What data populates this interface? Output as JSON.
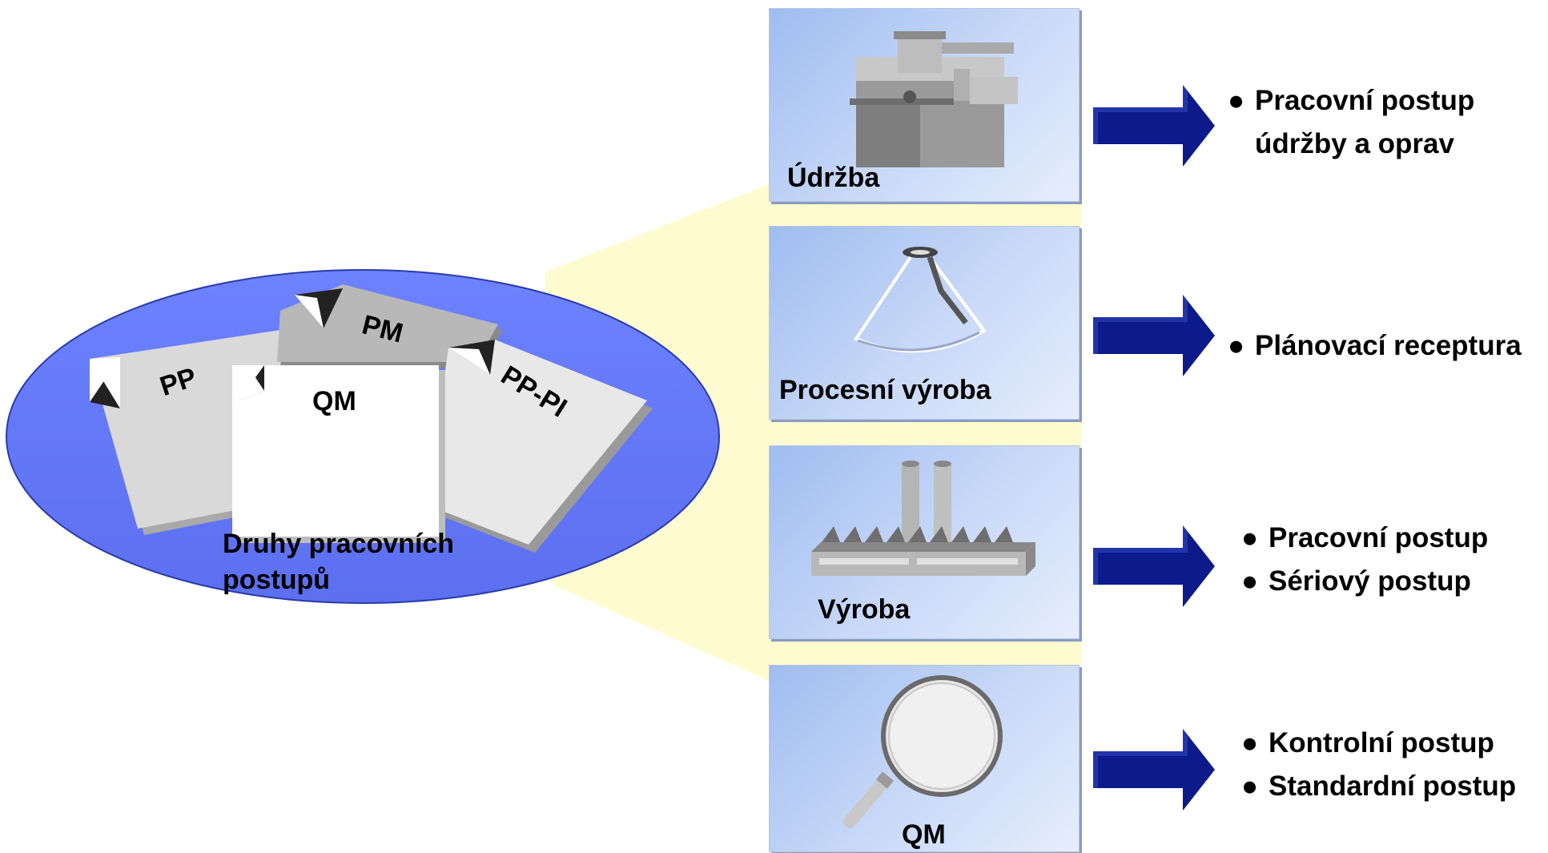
{
  "left_group": {
    "caption_line1": "Druhy pracovních",
    "caption_line2": "postupů",
    "documents": {
      "pp": "PP",
      "pm": "PM",
      "qm": "QM",
      "pp_pi": "PP-PI"
    }
  },
  "panels": [
    {
      "label": "Údržba",
      "icon": "machine-icon"
    },
    {
      "label": "Procesní výroba",
      "icon": "flask-icon"
    },
    {
      "label": "Výroba",
      "icon": "factory-icon"
    },
    {
      "label": "QM",
      "icon": "magnifier-icon"
    }
  ],
  "results": [
    {
      "lines": [
        "Pracovní postup",
        "údržby a oprav"
      ]
    },
    {
      "lines": [
        "Plánovací receptura"
      ]
    },
    {
      "lines": [
        "Pracovní postup",
        "Sériový postup"
      ]
    },
    {
      "lines": [
        "Kontrolní postup",
        "Standardní postup"
      ]
    }
  ],
  "bullet": "●",
  "colors": {
    "ellipse": "#6b7ff9",
    "beam": "#fffbd0",
    "panel": "#b9cff5",
    "arrow": "#0c1a8a"
  }
}
